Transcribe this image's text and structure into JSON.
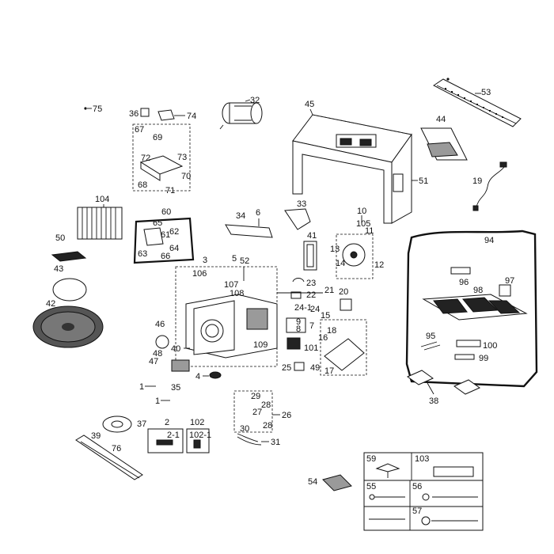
{
  "labels": {
    "p75": "75",
    "p36": "36",
    "p74": "74",
    "p32": "32",
    "p45": "45",
    "p53": "53",
    "p67": "67",
    "p69": "69",
    "p72": "72",
    "p73": "73",
    "p70": "70",
    "p68": "68",
    "p71": "71",
    "p44": "44",
    "p51": "51",
    "p19": "19",
    "p104": "104",
    "p60": "60",
    "p65": "65",
    "p61": "61",
    "p62": "62",
    "p63": "63",
    "p64": "64",
    "p66": "66",
    "p34": "34",
    "p6": "6",
    "p33": "33",
    "p10": "10",
    "p105": "105",
    "p11": "11",
    "p41": "41",
    "p13": "13",
    "p14": "14",
    "p12": "12",
    "p94": "94",
    "p50": "50",
    "p3": "3",
    "p106": "106",
    "p5": "5",
    "p52": "52",
    "p107": "107",
    "p108": "108",
    "p23": "23",
    "p22": "22",
    "p21": "21",
    "p24_1": "24-1",
    "p24": "24",
    "p43": "43",
    "p42": "42",
    "p46": "46",
    "p48": "48",
    "p47": "47",
    "p40": "40",
    "p109": "109",
    "p9": "9",
    "p8": "8",
    "p7": "7",
    "p15": "15",
    "p20": "20",
    "p18": "18",
    "p16": "16",
    "p17": "17",
    "p101": "101",
    "p25": "25",
    "p49": "49",
    "p96": "96",
    "p97": "97",
    "p98": "98",
    "p95": "95",
    "p100": "100",
    "p99": "99",
    "p4": "4",
    "p35": "35",
    "p1a": "1",
    "p1b": "1",
    "p29": "29",
    "p28a": "28",
    "p27": "27",
    "p30": "30",
    "p28b": "28",
    "p26": "26",
    "p31": "31",
    "p38": "38",
    "p37": "37",
    "p39": "39",
    "p2": "2",
    "p2_1": "2-1",
    "p102": "102",
    "p102_1": "102-1",
    "p76": "76",
    "p59": "59",
    "p103": "103",
    "p54": "54",
    "p55": "55",
    "p56": "56",
    "p57": "57"
  }
}
